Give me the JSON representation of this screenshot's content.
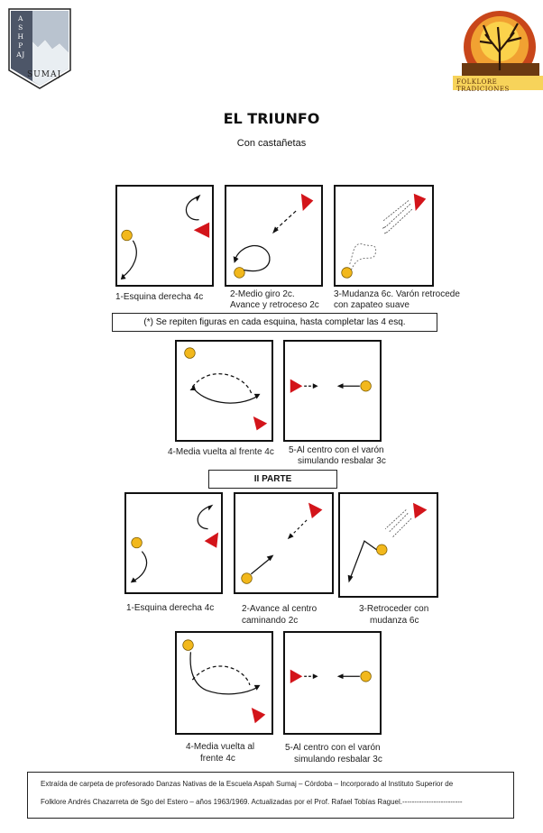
{
  "logo_left": {
    "vertical": "ASHPAJ",
    "horizontal": "SUMAJ"
  },
  "logo_right": {
    "caption": "FOLKLORE TRADICIONES"
  },
  "title": "EL TRIUNFO",
  "subtitle": "Con castañetas",
  "note": "(*) Se repiten figuras en cada esquina, hasta completar las 4 esq.",
  "part2_label": "II PARTE",
  "part1": {
    "fig1": "1-Esquina derecha 4c",
    "fig2_l1": "2-Medio giro 2c.",
    "fig2_l2": "Avance y retroceso 2c",
    "fig3_l1": "3-Mudanza 6c. Varón retrocede",
    "fig3_l2": "con zapateo suave",
    "fig4": "4-Media vuelta al frente 4c",
    "fig5_l1": "5-Al centro con el varón",
    "fig5_l2": "simulando resbalar 3c"
  },
  "part2": {
    "fig1": "1-Esquina derecha 4c",
    "fig2_l1": "2-Avance al centro",
    "fig2_l2": "caminando 2c",
    "fig3_l1": "3-Retroceder con",
    "fig3_l2": "mudanza 6c",
    "fig4_l1": "4-Media vuelta al",
    "fig4_l2": "frente 4c",
    "fig5_l1": "5-Al centro con el varón",
    "fig5_l2": "simulando resbalar 3c"
  },
  "footer": {
    "line1": "Extraída de carpeta de profesorado Danzas Nativas de la Escuela Aspah Sumaj – Córdoba – Incorporado al Instituto Superior de",
    "line2": "Folklore Andrés Chazarreta de Sgo del Estero – años 1963/1969. Actualizadas por el Prof. Rafael Tobías Raguel.-------------------------"
  },
  "colors": {
    "woman": "#f2b81c",
    "man": "#d3141a",
    "ink": "#111111"
  }
}
